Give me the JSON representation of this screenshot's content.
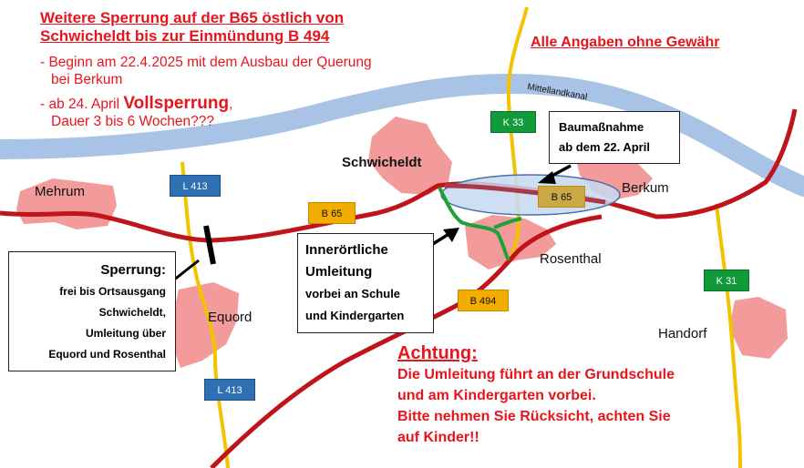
{
  "headline": {
    "line1": "Weitere Sperrung auf der B65 östlich von",
    "line2": "Schwicheldt bis zur Einmündung B 494"
  },
  "bullets": {
    "b1_line1": "- Beginn am 22.4.2025 mit dem Ausbau der Querung",
    "b1_line2": "bei Berkum",
    "b2_prefix": "- ab 24. April ",
    "b2_emph": "Vollsperrung",
    "b2_suffix": ",",
    "b2_line2": "Dauer 3 bis 6 Wochen???"
  },
  "disclaimer": "Alle Angaben ohne Gewähr",
  "canal_label": "Mittellandkanal",
  "places": {
    "mehrum": "Mehrum",
    "schwicheldt": "Schwicheldt",
    "berkum": "Berkum",
    "rosenthal": "Rosenthal",
    "equord": "Equord",
    "handorf": "Handorf"
  },
  "road_signs": {
    "k33": "K 33",
    "b65_main": "B 65",
    "b65_site": "B 65",
    "l413_top": "L 413",
    "l413_bottom": "L 413",
    "b494": "B 494",
    "k31": "K 31"
  },
  "construction_box": {
    "line1": "Baumaßnahme",
    "line2": "ab dem 22. April"
  },
  "detour_box": {
    "line1": "Innerörtliche",
    "line2": "Umleitung",
    "line3": "vorbei an Schule",
    "line4": "und Kindergarten"
  },
  "closure_box": {
    "title": "Sperrung:",
    "line1": "frei bis Ortsausgang",
    "line2": "Schwicheldt,",
    "line3": "Umleitung über",
    "line4": "Equord und Rosenthal"
  },
  "warning": {
    "title": "Achtung:",
    "line1": "Die Umleitung führt an der Grundschule",
    "line2": "und am Kindergarten vorbei.",
    "line3": "Bitte nehmen Sie Rücksicht, achten Sie",
    "line4": "auf Kinder!!"
  },
  "colors": {
    "highlight_red": "#e8141b",
    "main_road": "#c0141b",
    "minor_road": "#f3c300",
    "detour_route": "#1fa13a",
    "canal": "#a9c3e6",
    "settlement": "#f39a9a"
  }
}
